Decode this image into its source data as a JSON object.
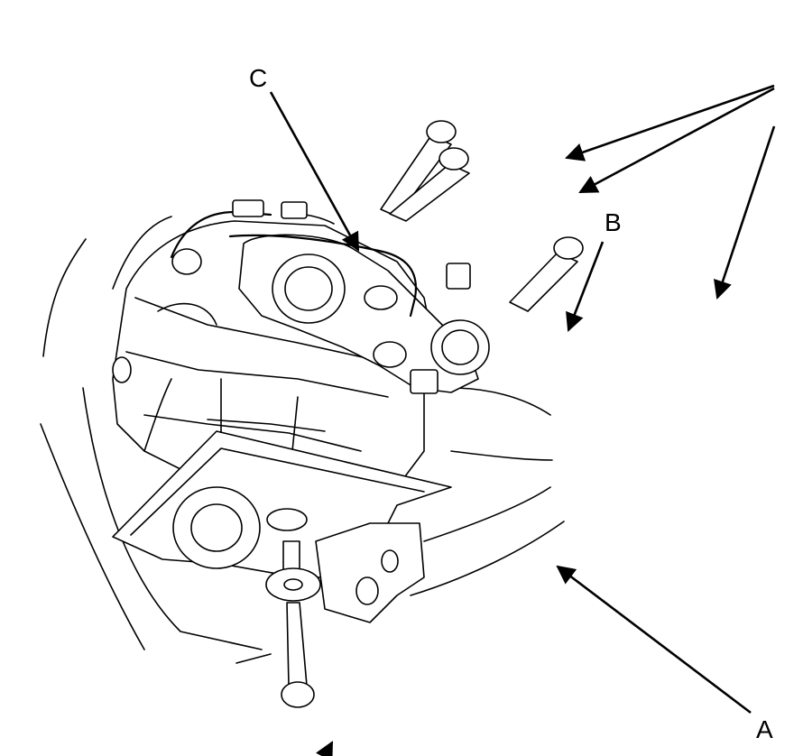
{
  "diagram": {
    "callouts": {
      "a": "A",
      "b": "B",
      "c": "C"
    },
    "colors": {
      "line": "#000000",
      "background": "#ffffff"
    }
  }
}
